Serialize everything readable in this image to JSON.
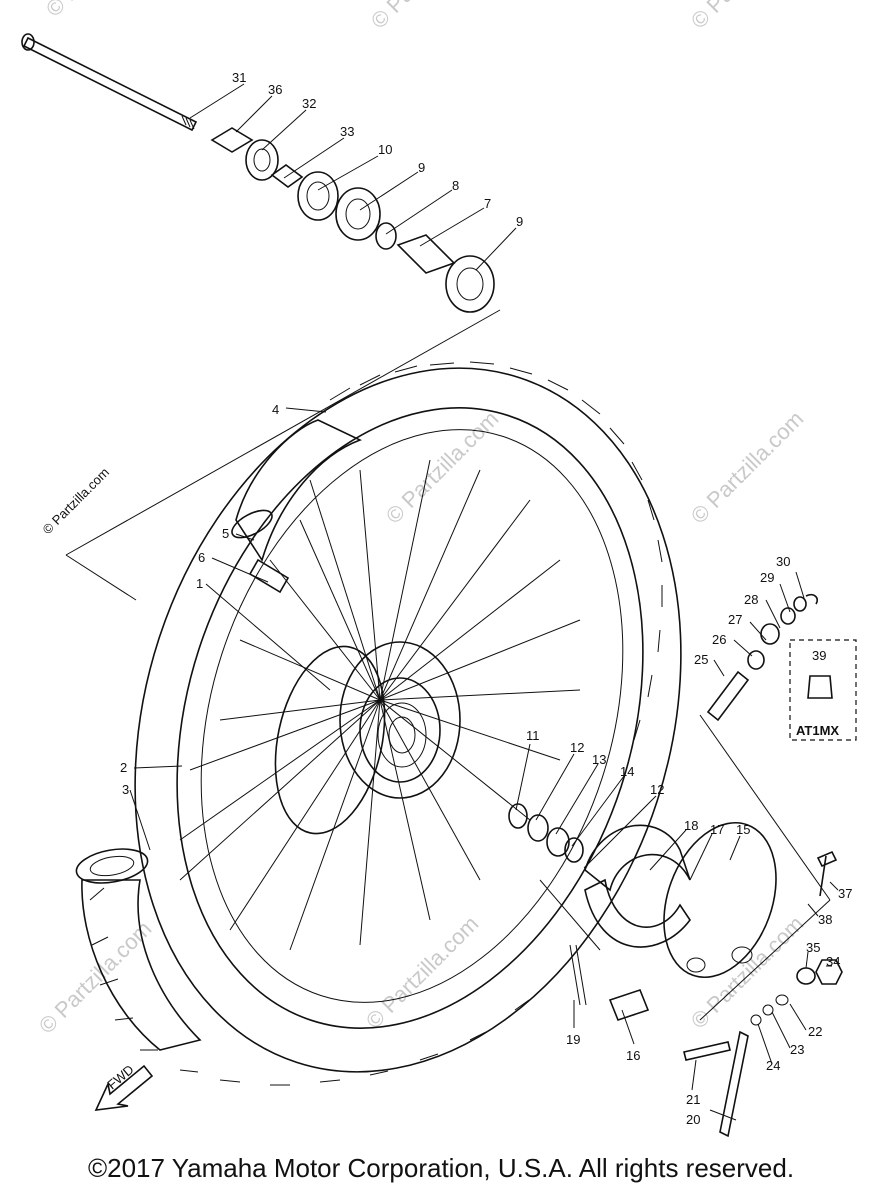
{
  "watermark": "© Partzilla.com",
  "inset_label": "AT1MX",
  "fwd_label": "FWD",
  "footer": {
    "copyright": "©2017 Yamaha Motor Corporation, U.S.A. All rights reserved."
  },
  "callouts": {
    "c31": "31",
    "c36": "36",
    "c32": "32",
    "c33": "33",
    "c10": "10",
    "c9a": "9",
    "c8": "8",
    "c7": "7",
    "c9b": "9",
    "c4": "4",
    "c5": "5",
    "c6": "6",
    "c1": "1",
    "c2": "2",
    "c3": "3",
    "c11": "11",
    "c12a": "12",
    "c13": "13",
    "c14": "14",
    "c12b": "12",
    "c18": "18",
    "c17": "17",
    "c15": "15",
    "c30": "30",
    "c29": "29",
    "c28": "28",
    "c27": "27",
    "c26": "26",
    "c25": "25",
    "c39": "39",
    "c37": "37",
    "c38": "38",
    "c35": "35",
    "c34": "34",
    "c22": "22",
    "c23": "23",
    "c24": "24",
    "c19": "19",
    "c16": "16",
    "c21": "21",
    "c20": "20"
  }
}
